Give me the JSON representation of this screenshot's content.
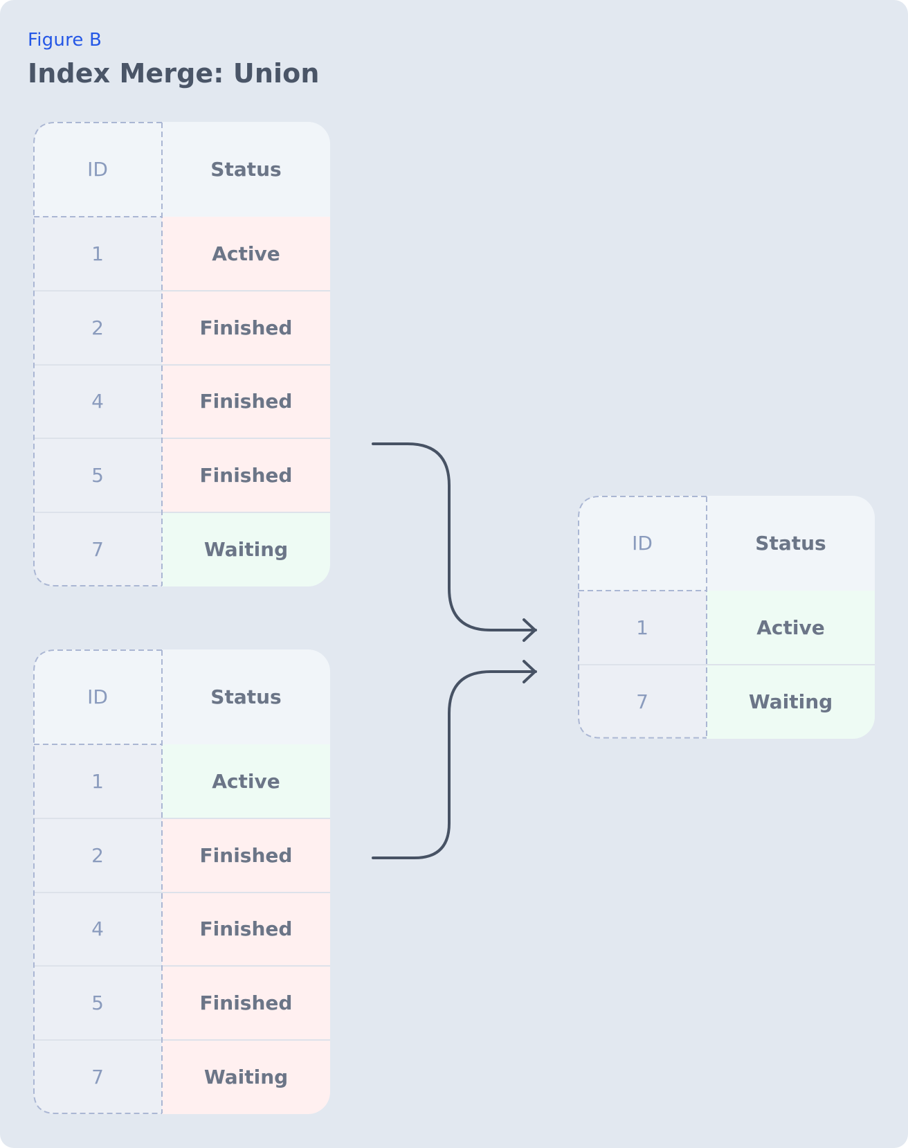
{
  "figure": {
    "label": "Figure B",
    "title": "Index Merge: Union"
  },
  "colors": {
    "background": "#e2e8f0",
    "label": "#2457e6",
    "title": "#4a5567",
    "header_bg": "#f1f5f9",
    "id_cell_bg": "#eceff5",
    "non_matching_row": "#fff0f0",
    "matching_row": "#eefbf4",
    "dashed_border": "#aab6d3",
    "arrow": "#475264"
  },
  "tables": [
    {
      "columns": [
        "ID",
        "Status"
      ],
      "rows": [
        {
          "id": "1",
          "status": "Active",
          "match": false
        },
        {
          "id": "2",
          "status": "Finished",
          "match": false
        },
        {
          "id": "4",
          "status": "Finished",
          "match": false
        },
        {
          "id": "5",
          "status": "Finished",
          "match": false
        },
        {
          "id": "7",
          "status": "Waiting",
          "match": true
        }
      ]
    },
    {
      "columns": [
        "ID",
        "Status"
      ],
      "rows": [
        {
          "id": "1",
          "status": "Active",
          "match": true
        },
        {
          "id": "2",
          "status": "Finished",
          "match": false
        },
        {
          "id": "4",
          "status": "Finished",
          "match": false
        },
        {
          "id": "5",
          "status": "Finished",
          "match": false
        },
        {
          "id": "7",
          "status": "Waiting",
          "match": false
        }
      ]
    },
    {
      "columns": [
        "ID",
        "Status"
      ],
      "rows": [
        {
          "id": "1",
          "status": "Active",
          "match": true
        },
        {
          "id": "7",
          "status": "Waiting",
          "match": true
        }
      ]
    }
  ]
}
